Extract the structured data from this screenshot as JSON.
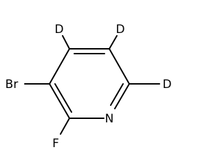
{
  "molecule": {
    "atoms": {
      "bromine": "Br",
      "fluorine": "F",
      "nitrogen": "N",
      "deuterium_c4": "D",
      "deuterium_c5": "D",
      "deuterium_c6": "D"
    }
  }
}
